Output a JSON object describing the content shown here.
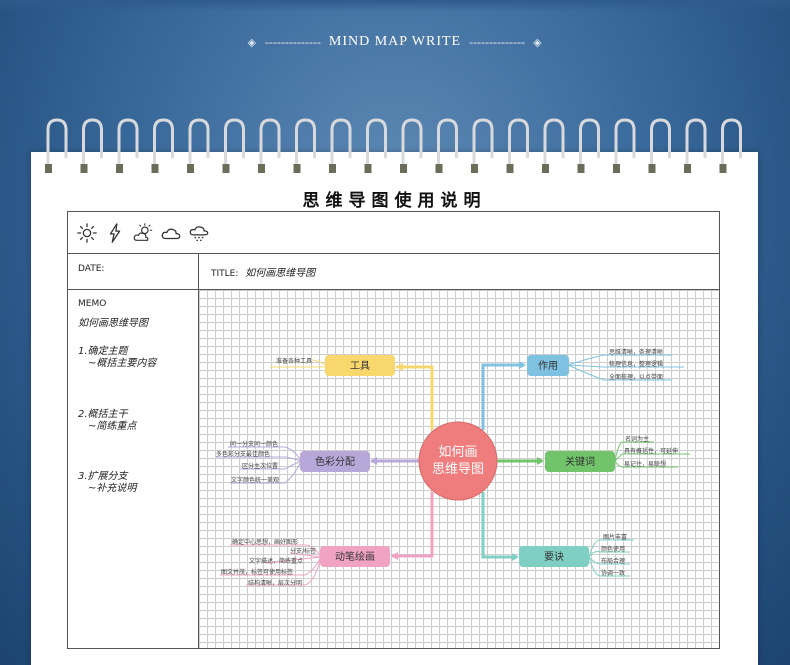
{
  "banner": {
    "title": "MIND MAP WRITE",
    "left_dashes": "--------------",
    "right_dashes": "--------------"
  },
  "notebook": {
    "title": "思维导图使用说明",
    "weather_icons": [
      "sun-icon",
      "lightning-icon",
      "partly-cloudy-icon",
      "cloud-icon",
      "rain-icon"
    ],
    "date_label": "DATE:",
    "title_label": "TITLE:",
    "title_value": "如何画思维导图",
    "memo_label": "MEMO",
    "memo_lines": [
      "如何画思维导图",
      "1.确定主题",
      "~概括主要内容",
      "2.概括主干",
      "~简练重点",
      "3.扩展分支",
      "~补充说明"
    ]
  },
  "mindmap": {
    "center": "如何画\n思维导图",
    "center_line1": "如何画",
    "center_line2": "思维导图",
    "colors": {
      "center": "#f07d7d",
      "tools": "#f8d86c",
      "color": "#b7a8d9",
      "draw": "#f0a3c2",
      "use": "#7fc1e0",
      "keyword": "#72c46a",
      "tips": "#7fcfc4"
    },
    "branches": {
      "tools": {
        "label": "工具",
        "leaves": [
          "准备各种工具"
        ]
      },
      "color": {
        "label": "色彩分配",
        "leaves": [
          "同一分支同一颜色",
          "多色彩分支最佳颜色",
          "区分主次位置",
          "文字颜色统一美观"
        ]
      },
      "draw": {
        "label": "动笔绘画",
        "leaves": [
          "确定中心思想，画好图形",
          "分支/标签",
          "文字描述，简练重点",
          "图文并茂，标签可使用标签",
          "结构清晰，层次分明"
        ]
      },
      "use": {
        "label": "作用",
        "leaves": [
          "思维清晰，条理清晰",
          "梳理信息，整理逻辑",
          "全面梳理，以点带面"
        ]
      },
      "keyword": {
        "label": "关键词",
        "leaves": [
          "名词为主",
          "具有概括性，可延伸",
          "易记住，易联想"
        ]
      },
      "tips": {
        "label": "要诀",
        "leaves": [
          "图片丰富",
          "颜色使用",
          "布局合理",
          "协调一致"
        ]
      }
    }
  }
}
